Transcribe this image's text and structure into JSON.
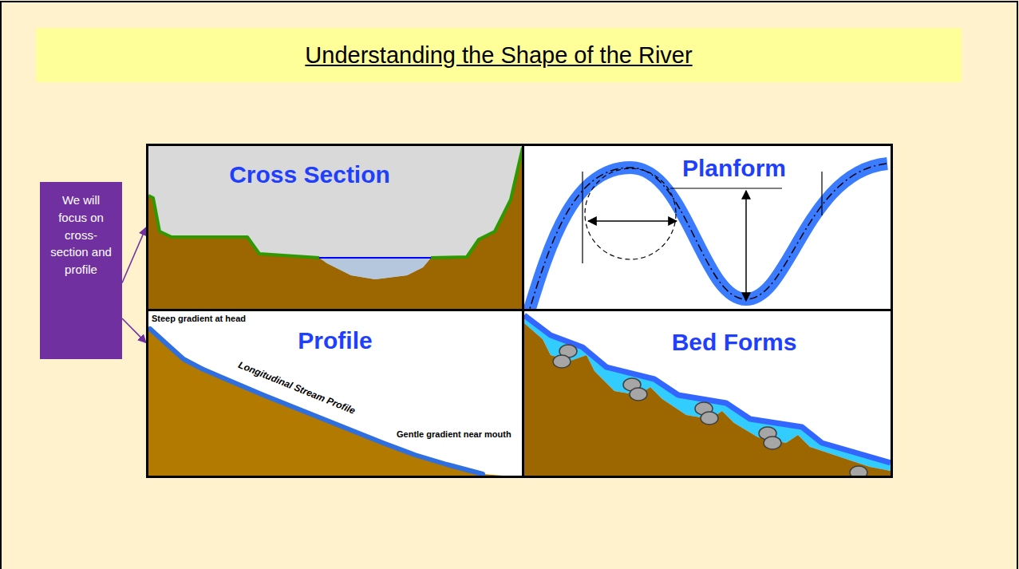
{
  "diagram": {
    "title": "Understanding the Shape of the River",
    "nodes": [
      {
        "text": [
          "We will focus on cross-section and profile"
        ]
      },
      {
        "text": [
          "Cross Section"
        ]
      },
      {
        "text": [
          "Planform"
        ]
      },
      {
        "text": [
          "Profile",
          "Steep gradient at head",
          "Longitudinal Stream Profile",
          "Gentle gradient near mouth"
        ]
      },
      {
        "text": [
          "Bed Forms"
        ]
      }
    ],
    "edges": [
      {
        "from": 0,
        "to": 1,
        "arrow": "to"
      },
      {
        "from": 0,
        "to": 3,
        "arrow": "to"
      }
    ]
  }
}
